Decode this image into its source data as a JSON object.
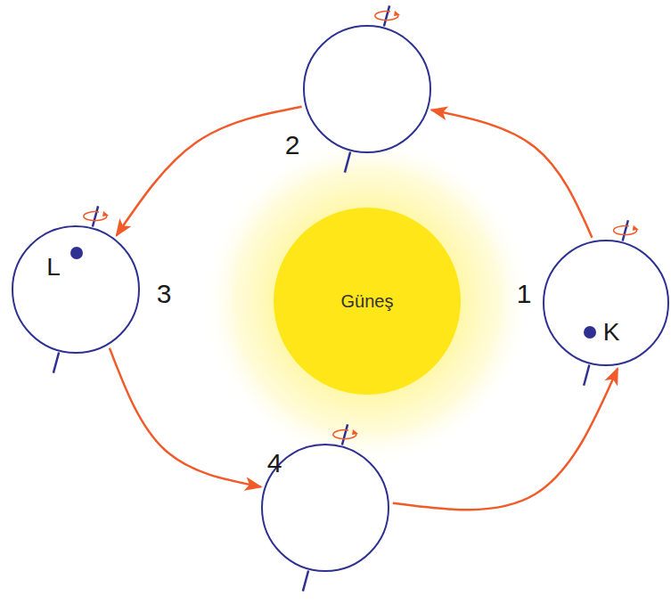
{
  "diagram": {
    "nodes": [
      {
        "text": [
          "2"
        ]
      },
      {
        "text": [
          "L",
          "3"
        ]
      },
      {
        "text": [
          "Güneş"
        ]
      },
      {
        "text": [
          "1",
          "K"
        ]
      },
      {
        "text": [
          "4"
        ]
      }
    ],
    "edges": [
      {
        "from": 3,
        "to": 0,
        "arrow": "to"
      },
      {
        "from": 0,
        "to": 1,
        "arrow": "to"
      },
      {
        "from": 1,
        "to": 4,
        "arrow": "to"
      },
      {
        "from": 4,
        "to": 3,
        "arrow": "to"
      }
    ]
  }
}
